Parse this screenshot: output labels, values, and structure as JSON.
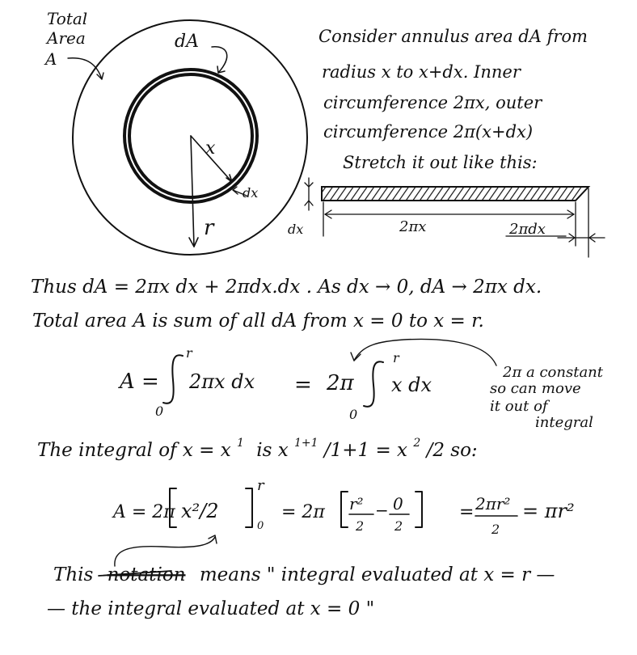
{
  "colors": {
    "ink": "#111111",
    "background": "#ffffff"
  },
  "diagram": {
    "labels": {
      "total_area_1": "Total",
      "total_area_2": "Area",
      "total_area_3": "A",
      "annulus": "dA",
      "radius_x": "x",
      "width_dx": "dx",
      "outer_r": "r"
    },
    "strip": {
      "height_label": "dx",
      "inner_length": "2πx",
      "extra_length": "2πdx"
    }
  },
  "notes": {
    "consider": [
      "Consider annulus area dA from",
      "radius x to x+dx. Inner",
      "circumference 2πx, outer",
      "circumference 2π(x+dx)",
      "Stretch it out like this:"
    ],
    "thus_line": "Thus dA = 2πx dx + 2πdx.dx . As dx → 0, dA → 2πx dx.",
    "total_line": "Total area A is sum of all dA from x = 0 to x = r.",
    "integral_line": {
      "lhs": "A =",
      "upper": "r",
      "lower": "0",
      "integrand1": "2πx dx",
      "equals": "=",
      "const": "2π",
      "integrand2": "x dx"
    },
    "aside": [
      "2π a constant",
      "so can move",
      "it out of",
      "integral"
    ],
    "integral_of": {
      "text1": "The integral of x = x",
      "pow1": "1",
      "text2": "is x",
      "pow2": "1+1",
      "text3": "/1+1 = x",
      "pow3": "2",
      "text4": "/2 so:"
    },
    "eval_line": {
      "lhs": "A = 2π",
      "bracket": "x²/2",
      "upper": "r",
      "lower": "0",
      "mid": "= 2π",
      "frac1_num": "r²",
      "frac1_den": "2",
      "minus": "−",
      "frac2_num": "0",
      "frac2_den": "2",
      "eq2": "=",
      "frac3_num": "2πr²",
      "frac3_den": "2",
      "result": "= πr²"
    },
    "notation": {
      "word1": "This",
      "word_struck": "notation",
      "rest1": "means \" integral evaluated at x = r —",
      "line2": "— the integral evaluated at x = 0 \""
    }
  }
}
